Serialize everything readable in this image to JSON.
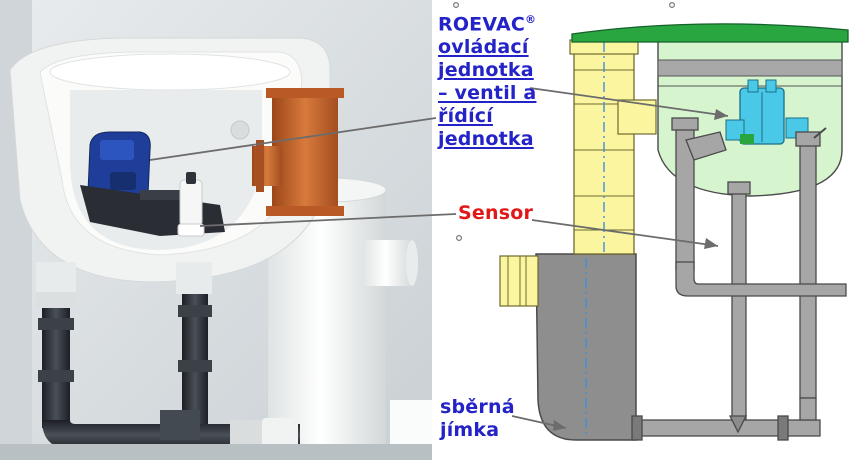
{
  "labels": {
    "roevac": {
      "brand": "ROEVAC",
      "reg": "®",
      "lines": [
        "ovládací",
        "jednotka",
        "– ventil a",
        "řídící",
        "jednotka"
      ],
      "color": "#2323c8"
    },
    "sensor": {
      "text": "Sensor",
      "color": "#e01818"
    },
    "sump": {
      "lines": [
        "sběrná",
        "jímka"
      ],
      "color": "#2323c8"
    }
  },
  "colors": {
    "photo_background": "#d8dee2",
    "white_plastic": "#f2f4f3",
    "orange_pipe": "#c0622a",
    "blue_valve": "#1f3e9a",
    "black_pipe": "#2b2f36",
    "lid_green": "#2aa640",
    "yellow_tube": "#fbf5a0",
    "tank_light_green": "#d6f5cf",
    "grey_pipe": "#a6a6a6",
    "dark_grey_body": "#8c8c8c",
    "cyan_valve": "#49c8e8",
    "leader_line": "#707070"
  },
  "icons": [
    "roevac-valve-unit-icon",
    "sensor-probe-icon",
    "collection-sump-icon"
  ]
}
